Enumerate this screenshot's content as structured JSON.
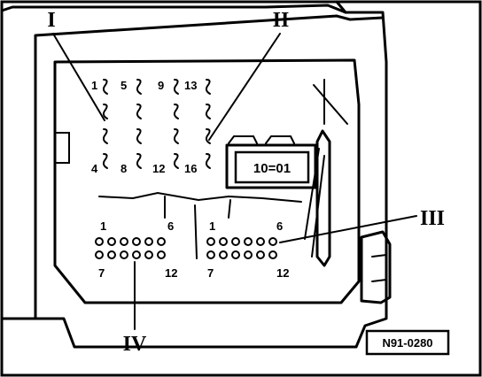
{
  "callouts": {
    "i": "I",
    "ii": "II",
    "iii": "III",
    "iv": "IV"
  },
  "fuse_block": {
    "top_labels": [
      "1",
      "5",
      "9",
      "13"
    ],
    "bottom_labels": [
      "4",
      "8",
      "12",
      "16"
    ]
  },
  "relay": {
    "label": "10=01"
  },
  "connector_left": {
    "start": "1",
    "mid": "6",
    "end_start": "7",
    "end": "12"
  },
  "connector_right": {
    "start": "1",
    "mid": "6",
    "end_start": "7",
    "end": "12"
  },
  "part_number": "N91-0280"
}
